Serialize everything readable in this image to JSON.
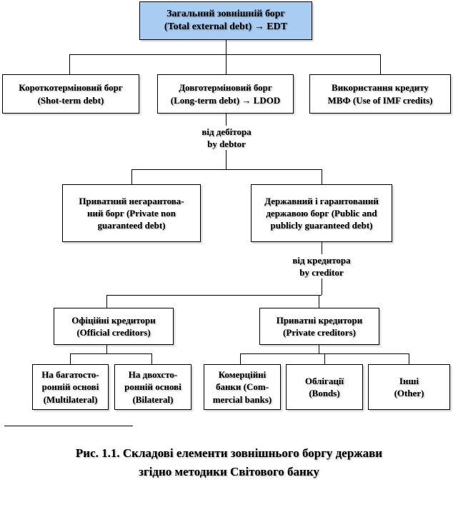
{
  "root": {
    "line1": "Загальний зовнішній борг",
    "line2": "(Total external debt) → EDT"
  },
  "level1": {
    "short_term": {
      "line1": "Короткотерміновий борг",
      "line2": "(Shot-term debt)"
    },
    "long_term": {
      "line1": "Довготерміновий борг",
      "line2": "(Long-term debt) → LDOD"
    },
    "imf": {
      "line1": "Використання кредиту",
      "line2": "МВФ (Use of IMF credits)"
    }
  },
  "by_debtor": {
    "line1": "від дебітора",
    "line2": "by debtor"
  },
  "level2": {
    "private_non_guaranteed": {
      "line1": "Приватний негарантова-",
      "line2": "ний борг (Private non",
      "line3": "guaranteed debt)"
    },
    "public_guaranteed": {
      "line1": "Державний і гарантований",
      "line2": "державою борг (Public and",
      "line3": "publicly guaranteed debt)"
    }
  },
  "by_creditor": {
    "line1": "від кредитора",
    "line2": "by creditor"
  },
  "level3": {
    "official": {
      "line1": "Офіційні кредитори",
      "line2": "(Official creditors)"
    },
    "private": {
      "line1": "Приватні кредитори",
      "line2": "(Private creditors)"
    }
  },
  "level4": {
    "multilateral": {
      "line1": "На багатосто-",
      "line2": "ронній основі",
      "line3": "(Multilateral)"
    },
    "bilateral": {
      "line1": "На двохсто-",
      "line2": "ронній основі",
      "line3": "(Bilateral)"
    },
    "commercial_banks": {
      "line1": "Комерційні",
      "line2": "банки (Com-",
      "line3": "mercial banks)"
    },
    "bonds": {
      "line1": "Облігації",
      "line2": "(Bonds)"
    },
    "other": {
      "line1": "Інші",
      "line2": "(Other)"
    }
  },
  "caption": {
    "line1": "Рис. 1.1. Складові елементи зовнішнього боргу держави",
    "line2": "згідно методики Світового банку"
  },
  "colors": {
    "root_fill": "#a9cdf2",
    "border": "#000000"
  }
}
